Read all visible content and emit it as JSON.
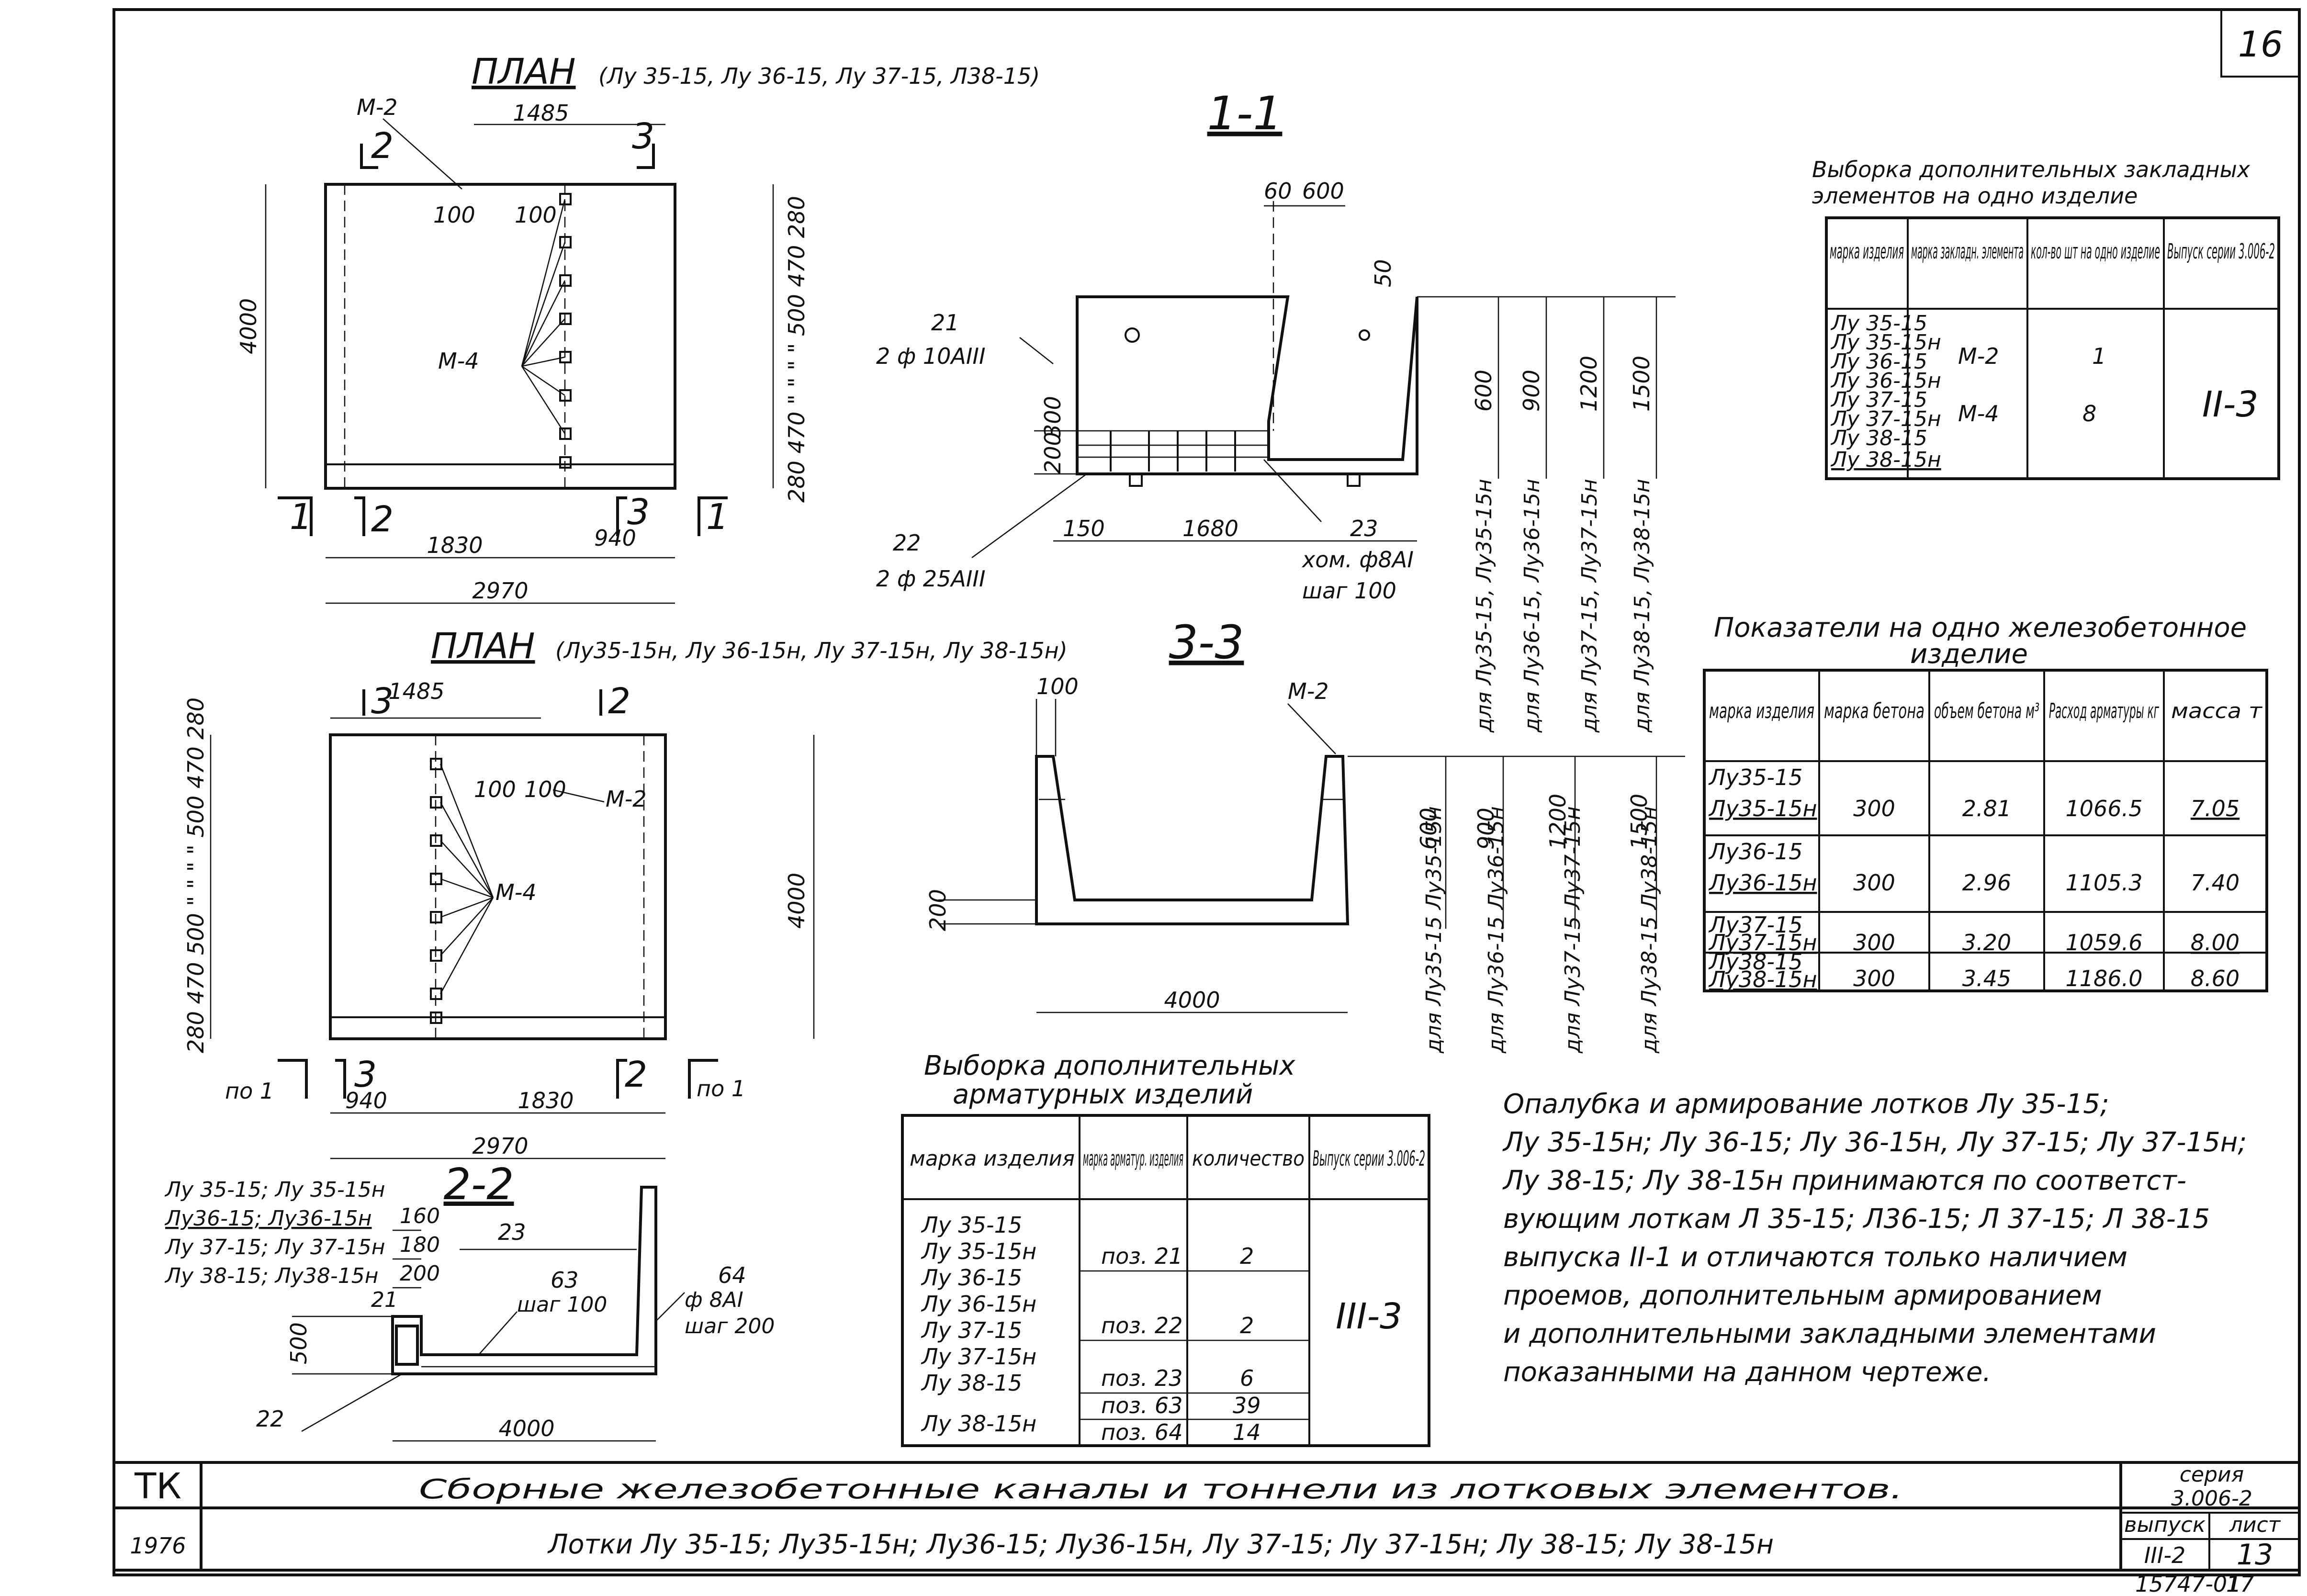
{
  "sheet_number": "16",
  "stamp_bottom": "15747-01",
  "stamp_bottom_right": "17",
  "plan1": {
    "title": "ПЛАН",
    "marks": "(Лу 35-15, Лу 36-15, Лу 37-15, Л38-15)",
    "m2": "М-2",
    "m4": "М-4",
    "d1485": "1485",
    "d100a": "100",
    "d100b": "100",
    "d4000": "4000",
    "d1830": "1830",
    "d940": "940",
    "d2970": "2970",
    "side": "280 470 \" \" \" \" 500 470 280",
    "sec1": "1",
    "sec2": "2",
    "sec3": "3"
  },
  "plan2": {
    "title": "ПЛАН",
    "marks": "(Лу35-15н, Лу 36-15н, Лу 37-15н, Лу 38-15н)",
    "m2": "М-2",
    "m4": "М-4",
    "d1485": "1485",
    "d100a": "100",
    "d100b": "100",
    "d4000": "4000",
    "d940": "940",
    "d1830": "1830",
    "d2970": "2970",
    "side": "280 470 500 \" \" \" \" 500 470 280",
    "po1_left": "по 1",
    "po1_right": "по 1",
    "sec2": "2",
    "sec3": "3"
  },
  "section11": {
    "title": "1-1",
    "d60": "60",
    "d600": "600",
    "d50": "50",
    "p21": "21",
    "p21_spec": "2 ф 10АIII",
    "d200": "200",
    "d300": "300",
    "p22": "22",
    "p22_spec": "2 ф 25АIII",
    "d150": "150",
    "d1680": "1680",
    "p23": "23",
    "p23_spec": "хом. ф8АI",
    "p23_step": "шаг 100",
    "heights": [
      "600",
      "900",
      "1200",
      "1500"
    ],
    "for_marks": [
      "для Лу35-15, Лу35-15н",
      "для Лу36-15, Лу36-15н",
      "для Лу37-15, Лу37-15н",
      "для Лу38-15, Лу38-15н"
    ]
  },
  "section33": {
    "title": "3-3",
    "d100": "100",
    "m2": "М-2",
    "d200": "200",
    "d4000": "4000",
    "heights": [
      "600",
      "900",
      "1200",
      "1500"
    ],
    "for_marks": [
      "для Лу35-15 Лу35-15н",
      "для Лу36-15 Лу36-15н",
      "для Лу37-15 Лу37-15н",
      "для Лу38-15 Лу38-15н"
    ]
  },
  "section22": {
    "title": "2-2",
    "rows": [
      {
        "marks": "Лу 35-15; Лу 35-15н",
        "value": ""
      },
      {
        "marks": "Лу36-15; Лу36-15н",
        "value": "160"
      },
      {
        "marks": "Лу 37-15; Лу 37-15н",
        "value": "180"
      },
      {
        "marks": "Лу 38-15; Лу38-15н",
        "value": "200"
      }
    ],
    "p23": "23",
    "p63": "63",
    "p63_step": "шаг 100",
    "p64": "64",
    "p64_spec": "ф 8АI",
    "p64_step": "шаг 200",
    "p21": "21",
    "p22": "22",
    "d500": "500",
    "d4000": "4000"
  },
  "embed_table": {
    "title_line1": "Выборка дополнительных закладных",
    "title_line2": "элементов на одно изделие",
    "headers": [
      "марка изделия",
      "марка закладн. элемента",
      "кол-во шт на одно изделие",
      "Выпуск серии 3.006-2"
    ],
    "marks": [
      "Лу 35-15",
      "Лу 35-15н",
      "Лу 36-15",
      "Лу 36-15н",
      "Лу 37-15",
      "Лу 37-15н",
      "Лу 38-15",
      "Лу 38-15н"
    ],
    "rows": [
      {
        "element": "М-2",
        "qty": "1"
      },
      {
        "element": "М-4",
        "qty": "8"
      }
    ],
    "issue": "II-3"
  },
  "indicators_table": {
    "title_line1": "Показатели на одно железобетонное",
    "title_line2": "изделие",
    "headers": [
      "марка изделия",
      "марка бетона",
      "объем бетона м³",
      "Расход арматуры кг",
      "масса т"
    ],
    "rows": [
      {
        "mark1": "Лу35-15",
        "mark2": "Лу35-15н",
        "concrete": "300",
        "volume": "2.81",
        "steel": "1066.5",
        "mass": "7.05"
      },
      {
        "mark1": "Лу36-15",
        "mark2": "Лу36-15н",
        "concrete": "300",
        "volume": "2.96",
        "steel": "1105.3",
        "mass": "7.40"
      },
      {
        "mark1": "Лу37-15",
        "mark2": "Лу37-15н",
        "concrete": "300",
        "volume": "3.20",
        "steel": "1059.6",
        "mass": "8.00"
      },
      {
        "mark1": "Лу38-15",
        "mark2": "Лу38-15н",
        "concrete": "300",
        "volume": "3.45",
        "steel": "1186.0",
        "mass": "8.60"
      }
    ]
  },
  "rebar_table": {
    "title_line1": "Выборка дополнительных",
    "title_line2": "арматурных изделий",
    "headers": [
      "марка изделия",
      "марка арматур. изделия",
      "количество",
      "Выпуск серии 3.006-2"
    ],
    "marks": [
      "Лу 35-15",
      "Лу 35-15н",
      "Лу 36-15",
      "Лу 36-15н",
      "Лу 37-15",
      "Лу 37-15н",
      "Лу 38-15",
      "Лу 38-15н"
    ],
    "rows": [
      {
        "pos": "поз. 21",
        "qty": "2"
      },
      {
        "pos": "поз. 22",
        "qty": "2"
      },
      {
        "pos": "поз. 23",
        "qty": "6"
      },
      {
        "pos": "поз. 63",
        "qty": "39"
      },
      {
        "pos": "поз. 64",
        "qty": "14"
      }
    ],
    "issue": "III-3"
  },
  "note": {
    "lines": [
      "Опалубка и армирование лотков Лу 35-15;",
      "Лу 35-15н; Лу 36-15; Лу 36-15н, Лу 37-15; Лу 37-15н;",
      "Лу 38-15; Лу 38-15н принимаются по соответст-",
      "вующим лоткам Л 35-15; Л36-15; Л 37-15; Л 38-15",
      "выпуска II-1 и отличаются только наличием",
      "проемов, дополнительным армированием",
      "и дополнительными закладными элементами",
      "показанными на данном чертеже."
    ]
  },
  "title_block": {
    "org": "ТК",
    "year": "1976",
    "title": "Сборные железобетонные каналы и тоннели из лотковых элементов.",
    "subtitle": "Лотки Лу 35-15; Лу35-15н; Лу36-15; Лу36-15н, Лу 37-15; Лу 37-15н; Лу 38-15; Лу 38-15н",
    "series_label": "серия",
    "series": "3.006-2",
    "issue_label": "выпуск",
    "issue": "III-2",
    "sheet_label": "лист",
    "sheet": "13"
  }
}
